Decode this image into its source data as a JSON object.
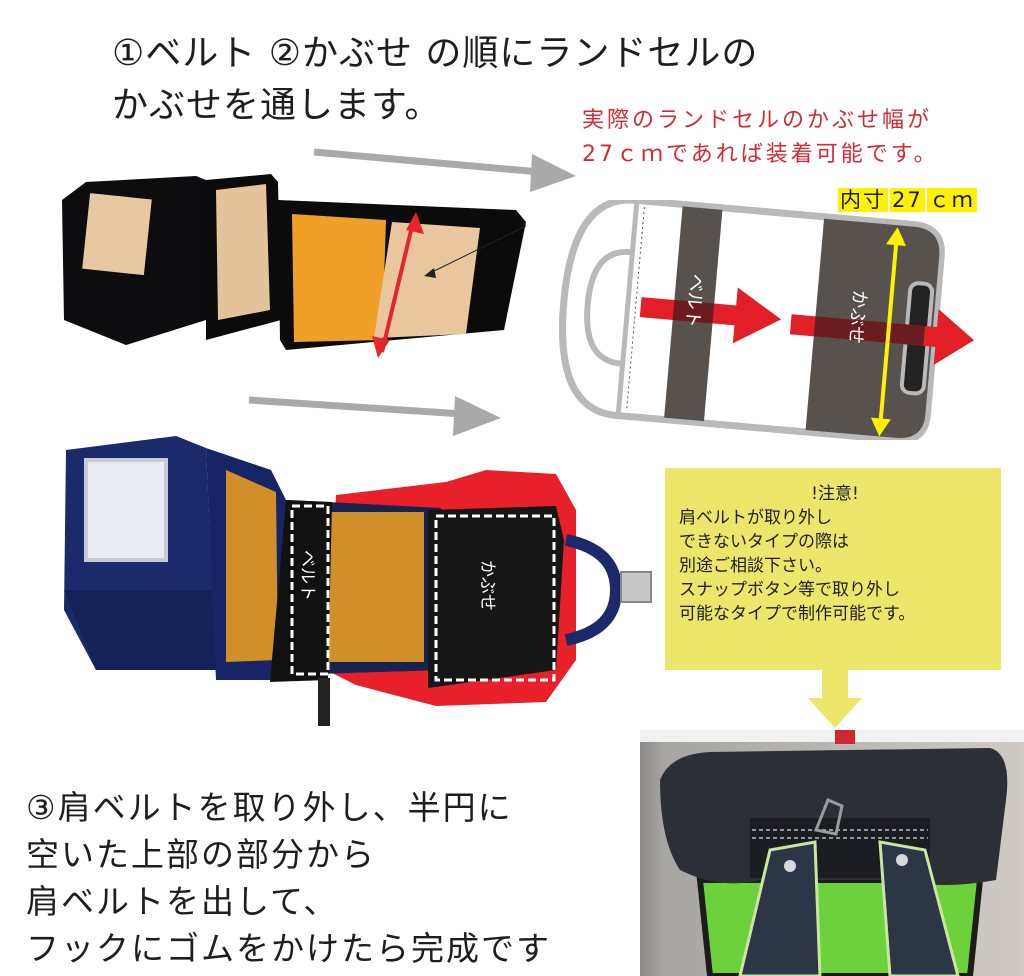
{
  "heading": {
    "lines": [
      "①ベルト ②かぶせ の順にランドセルの",
      "かぶせを通します。"
    ]
  },
  "note_red": {
    "lines": [
      "実際のランドセルのかぶせ幅が",
      "27ｃｍであれば装着可能です。"
    ],
    "color": "#d42a34"
  },
  "inner_dimension": {
    "parts": [
      "内寸",
      "27",
      "ｃｍ"
    ],
    "highlight_color": "#fff200"
  },
  "diagram": {
    "belt_label": "ベルト",
    "flap_label": "かぶせ",
    "arrow_color": "#e21f26",
    "measure_color": "#fff200",
    "band_color": "#58524f",
    "outline_color": "#b9b9b9"
  },
  "photo_bottom": {
    "belt_label": "ベルト",
    "flap_label": "かぶせ"
  },
  "warning": {
    "title": "!注意!",
    "lines": [
      "肩ベルトが取り外し",
      "できないタイプの際は",
      "別途ご相談下さい。",
      "スナップボタン等で取り外し",
      "可能なタイプで制作可能です。"
    ],
    "bg_color": "#eee56b"
  },
  "step3": {
    "lines": [
      "③肩ベルトを取り外し、半円に",
      "空いた上部の部分から",
      "肩ベルトを出して、",
      "フックにゴムをかけたら完成です"
    ]
  }
}
